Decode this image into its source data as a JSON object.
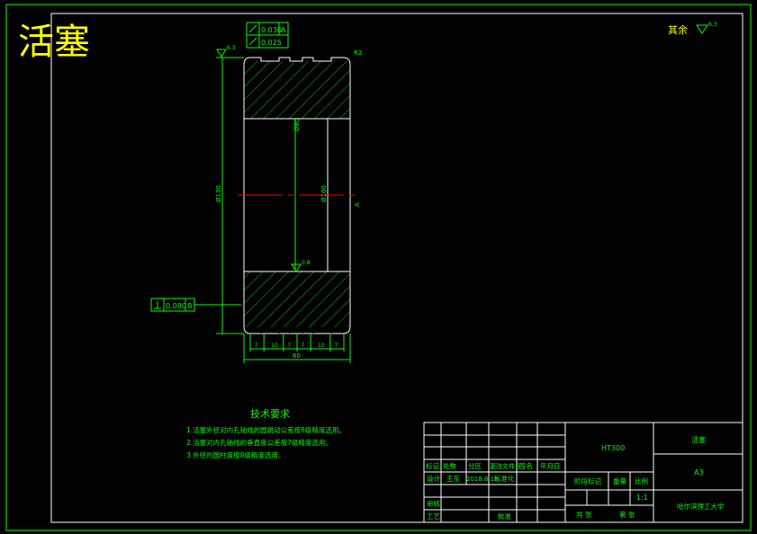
{
  "title": "活塞",
  "roughness_note": {
    "label": "其余",
    "value": "6.3"
  },
  "feature_control": {
    "row1_value": "0.030",
    "row1_datum": "A",
    "row2_value": "0.025"
  },
  "perpendicularity": {
    "value": "0.080",
    "datum": "B"
  },
  "roughness_values": {
    "top_left": "6.3",
    "bore": "0.8"
  },
  "radius_label": "R2",
  "dim_labels": {
    "left_height": "Ø130",
    "inner_small": "Ø80",
    "inner_diam": "Ø100",
    "datum_mark": "A",
    "total_width": "60",
    "groove_widths": [
      "7",
      "10",
      "7",
      "7",
      "10",
      "7"
    ]
  },
  "tech_requirements": {
    "heading": "技术要求",
    "items": [
      "1.活塞外径对内孔轴线的圆跳动公差按8级精度选用。",
      "2.活塞对内孔轴线的垂直度公差按7级精度选用。",
      "3.外径的圆柱度按8级精度选用。"
    ]
  },
  "title_block": {
    "material": "HT300",
    "part_name": "活塞",
    "drawing_no": "A3",
    "school": "哈尔滨理工大学",
    "scale_value": "1:1",
    "header_labels": [
      "标记",
      "处数",
      "分区",
      "更改文件号",
      "签名",
      "年月日"
    ],
    "design_label": "设计",
    "designer": "王东",
    "design_date": "2018.6.19",
    "std_label": "标准化",
    "stage_label": "阶段标记",
    "weight_label": "重量",
    "scale_label": "比例",
    "review_label": "审核",
    "process_label": "工艺",
    "approve_label": "批准",
    "sheets_label": "共 张",
    "sheet_label": "第 张"
  }
}
